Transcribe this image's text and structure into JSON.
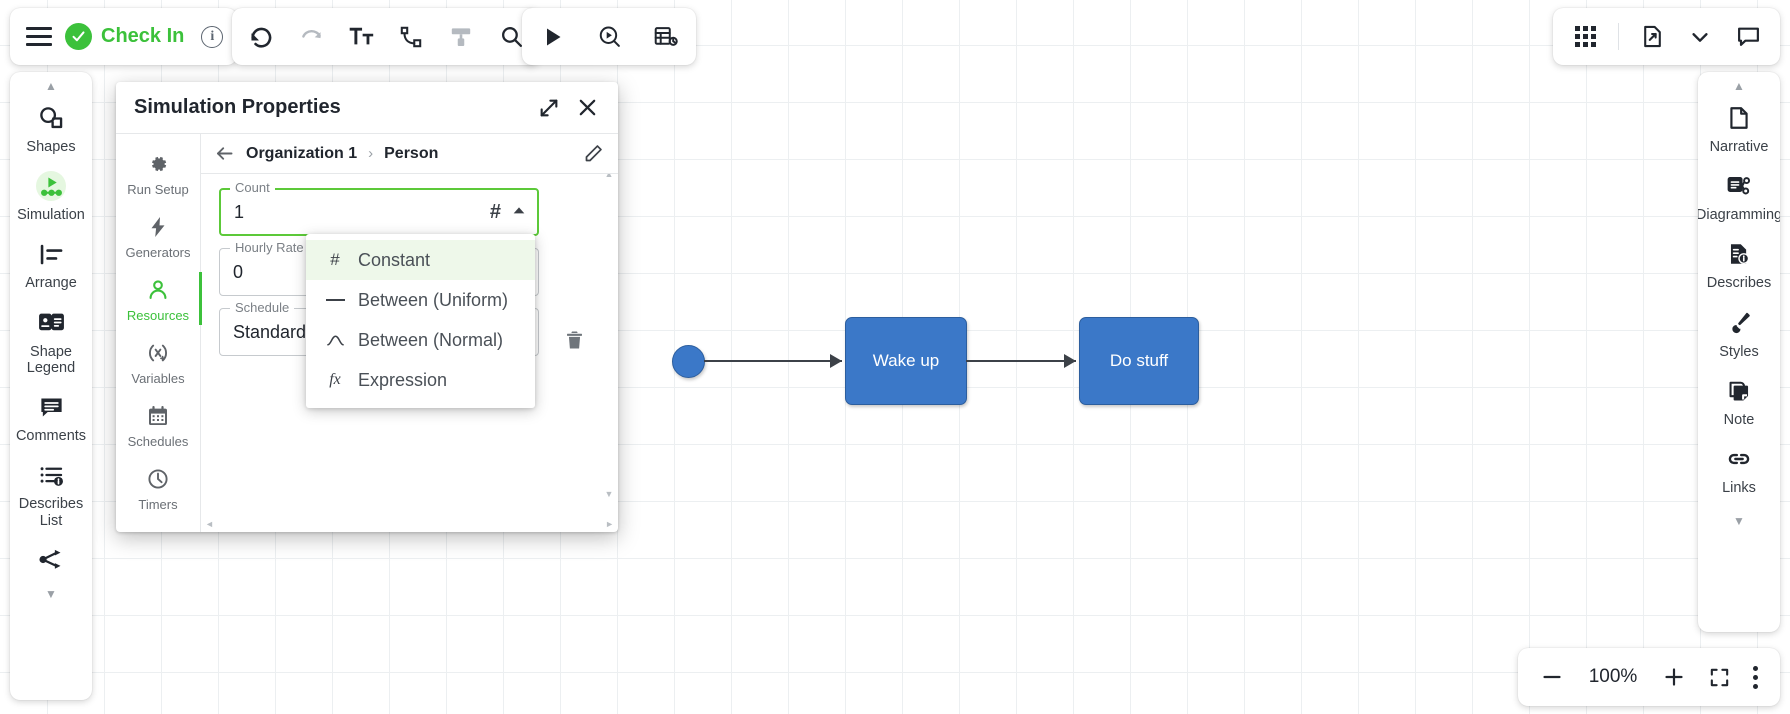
{
  "toolbar_left": {
    "menu_icon": "hamburger-icon",
    "checkin_label": "Check In",
    "checkin_icon": "check-badge-icon",
    "info_icon": "info-icon"
  },
  "toolbar_edit": {
    "buttons": [
      {
        "name": "undo",
        "icon": "undo-icon",
        "enabled": true
      },
      {
        "name": "redo",
        "icon": "redo-icon",
        "enabled": false
      },
      {
        "name": "text-format",
        "icon": "text-format-icon",
        "enabled": true
      },
      {
        "name": "connector",
        "icon": "connector-icon",
        "enabled": true
      },
      {
        "name": "format-painter",
        "icon": "format-painter-icon",
        "enabled": false
      },
      {
        "name": "search",
        "icon": "search-icon",
        "enabled": true
      }
    ]
  },
  "toolbar_run": {
    "buttons": [
      {
        "name": "run-simulation",
        "icon": "play-icon"
      },
      {
        "name": "step-simulation",
        "icon": "play-circle-icon"
      },
      {
        "name": "simulation-results",
        "icon": "results-table-icon"
      }
    ]
  },
  "toolbar_right": {
    "buttons": [
      {
        "name": "apps-grid",
        "icon": "grid-apps-icon"
      },
      {
        "name": "export-document",
        "icon": "document-export-icon"
      },
      {
        "name": "export-dropdown",
        "icon": "chevron-down-icon"
      },
      {
        "name": "comments",
        "icon": "comment-icon"
      }
    ]
  },
  "left_rail": {
    "scroll_up": "▲",
    "scroll_down": "▼",
    "items": [
      {
        "label": "Shapes",
        "icon": "shapes-icon",
        "active": false
      },
      {
        "label": "Simulation",
        "icon": "simulation-play-icon",
        "active": true
      },
      {
        "label": "Arrange",
        "icon": "arrange-icon",
        "active": false
      },
      {
        "label": "Shape Legend",
        "icon": "shape-legend-icon",
        "active": false
      },
      {
        "label": "Comments",
        "icon": "comments-icon",
        "active": false
      },
      {
        "label": "Describes List",
        "icon": "describes-list-icon",
        "active": false
      }
    ]
  },
  "right_rail": {
    "scroll_up": "▲",
    "scroll_down": "▼",
    "items": [
      {
        "label": "Narrative",
        "icon": "narrative-page-icon"
      },
      {
        "label": "Diagramming",
        "icon": "diagramming-icon"
      },
      {
        "label": "Describes",
        "icon": "describes-icon"
      },
      {
        "label": "Styles",
        "icon": "styles-brush-icon"
      },
      {
        "label": "Note",
        "icon": "note-icon"
      },
      {
        "label": "Links",
        "icon": "link-icon"
      }
    ]
  },
  "dialog": {
    "title": "Simulation Properties",
    "expand_icon": "expand-diagonal-icon",
    "close_icon": "close-icon",
    "tabs": [
      {
        "label": "Run Setup",
        "icon": "gear-icon",
        "active": false
      },
      {
        "label": "Generators",
        "icon": "bolt-icon",
        "active": false
      },
      {
        "label": "Resources",
        "icon": "person-icon",
        "active": true
      },
      {
        "label": "Variables",
        "icon": "variable-icon",
        "active": false
      },
      {
        "label": "Schedules",
        "icon": "calendar-icon",
        "active": false
      },
      {
        "label": "Timers",
        "icon": "clock-icon",
        "active": false
      }
    ],
    "breadcrumb": {
      "back_icon": "arrow-left-icon",
      "items": [
        "Organization 1",
        "Person"
      ],
      "separator": "›",
      "edit_icon": "pencil-icon"
    },
    "fields": [
      {
        "label": "Count",
        "value": "1",
        "adornment": "#",
        "focused": true
      },
      {
        "label": "Hourly Rate",
        "value": "0",
        "focused": false
      },
      {
        "label": "Schedule",
        "value": "Standard",
        "focused": false
      }
    ],
    "delete_icon": "trash-icon"
  },
  "type_menu": {
    "items": [
      {
        "label": "Constant",
        "icon": "hash-icon",
        "glyph": "#",
        "selected": true
      },
      {
        "label": "Between (Uniform)",
        "icon": "dash-icon",
        "glyph": "—",
        "selected": false
      },
      {
        "label": "Between (Normal)",
        "icon": "normal-curve-icon",
        "glyph": "∧",
        "selected": false
      },
      {
        "label": "Expression",
        "icon": "fx-icon",
        "glyph": "fx",
        "selected": false
      }
    ]
  },
  "canvas": {
    "start_node": {
      "name": "start-node"
    },
    "nodes": [
      {
        "label": "Wake up"
      },
      {
        "label": "Do stuff"
      }
    ]
  },
  "zoom_control": {
    "minus_label": "−",
    "value": "100%",
    "plus_label": "+",
    "fit_icon": "fit-screen-icon",
    "more_icon": "more-vertical-icon"
  },
  "colors": {
    "brand_green": "#3cc13b",
    "node_blue": "#3b78c8",
    "node_border": "#2c5e9e",
    "focus_green": "#5cc939",
    "menu_highlight": "#eef8ea"
  }
}
